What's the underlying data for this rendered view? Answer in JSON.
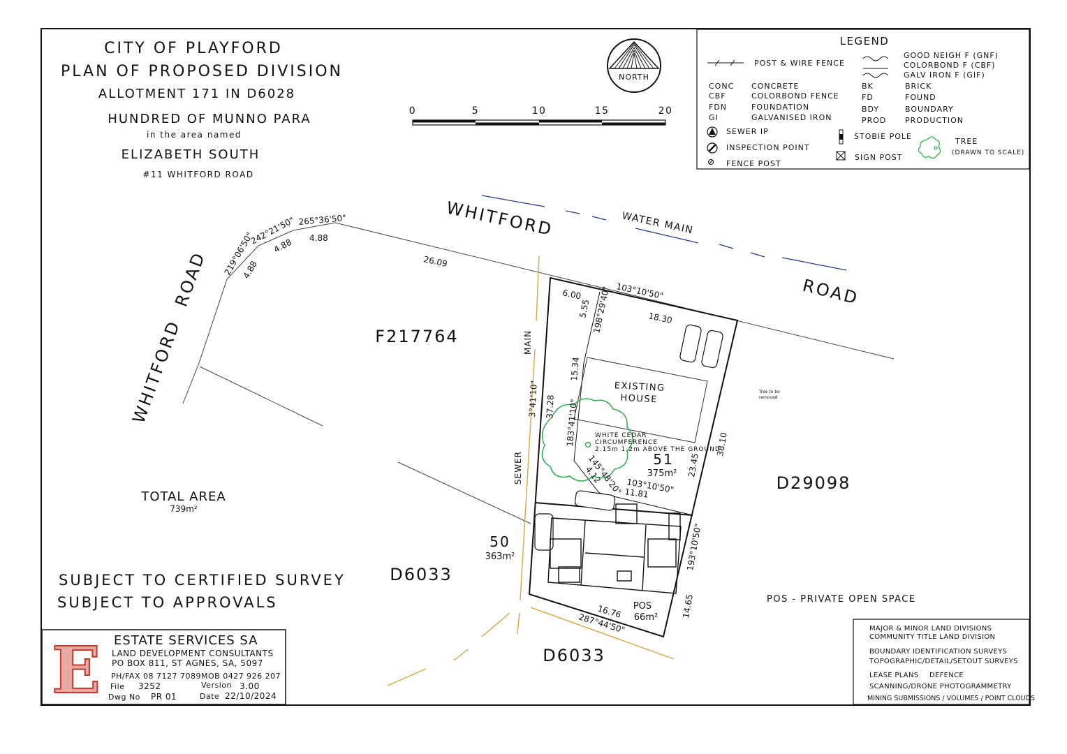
{
  "title_block": {
    "council": "CITY OF PLAYFORD",
    "plan_title": "PLAN OF PROPOSED DIVISION",
    "allotment": "ALLOTMENT 171 IN D6028",
    "hundred": "HUNDRED OF MUNNO PARA",
    "area_named_label": "in the area named",
    "suburb": "ELIZABETH SOUTH",
    "address": "#11 WHITFORD ROAD"
  },
  "north_arrow": {
    "label": "NORTH"
  },
  "scale_bar": {
    "ticks": [
      "0",
      "5",
      "10",
      "15",
      "20"
    ]
  },
  "legend": {
    "title": "LEGEND",
    "post_wire_fence": "POST & WIRE FENCE",
    "fence_types": [
      "GOOD NEIGH F (GNF)",
      "COLORBOND F (CBF)",
      "GALV IRON F (GIF)"
    ],
    "abbreviations_left": [
      {
        "code": "CONC",
        "meaning": "CONCRETE"
      },
      {
        "code": "CBF",
        "meaning": "COLORBOND FENCE"
      },
      {
        "code": "FDN",
        "meaning": "FOUNDATION"
      },
      {
        "code": "GI",
        "meaning": "GALVANISED IRON"
      }
    ],
    "abbreviations_right": [
      {
        "code": "BK",
        "meaning": "BRICK"
      },
      {
        "code": "FD",
        "meaning": "FOUND"
      },
      {
        "code": "BDY",
        "meaning": "BOUNDARY"
      },
      {
        "code": "PROD",
        "meaning": "PRODUCTION"
      }
    ],
    "sewer_ip": "SEWER IP",
    "inspection_point": "INSPECTION POINT",
    "fence_post": "FENCE POST",
    "stobie_pole": "STOBIE POLE",
    "sign_post": "SIGN POST",
    "tree": "TREE",
    "tree_note": "(DRAWN TO SCALE)"
  },
  "roads": {
    "whitford_top_1": "WHITFORD",
    "whitford_top_2": "ROAD",
    "whitford_left_1": "WHITFORD",
    "whitford_left_2": "ROAD",
    "water_main": "WATER MAIN",
    "sewer": "SEWER",
    "main": "MAIN"
  },
  "parcels": {
    "f217764": "F217764",
    "d29098": "D29098",
    "d6033_left": "D6033",
    "d6033_bottom": "D6033"
  },
  "lots": {
    "lot51": {
      "number": "51",
      "area": "375m²"
    },
    "lot50": {
      "number": "50",
      "area": "363m²"
    },
    "pos": {
      "label": "POS",
      "area": "66m²"
    }
  },
  "total_area": {
    "label": "TOTAL AREA",
    "value": "739m²"
  },
  "existing_house": {
    "line1": "EXISTING",
    "line2": "HOUSE"
  },
  "tree_annotation": {
    "line1": "WHITE CEDAR",
    "line2": "CIRCUMFERENCE",
    "line3": "2.15m 1.2m ABOVE THE GROUND",
    "removal_note_1": "Tree to be",
    "removal_note_2": "removed"
  },
  "dimensions": {
    "b1": "219°06'50\"",
    "b2": "242°21'50\"",
    "b3": "265°36'50\"",
    "d1": "4.88",
    "d2": "4.88",
    "d3": "4.88",
    "d4": "26.09",
    "top_bearing": "103°10'50\"",
    "d600": "6.00",
    "d1830": "18.30",
    "d555": "5.55",
    "b198": "198°29'40\"",
    "d1534": "15.34",
    "b341": "3°41'10\"",
    "d3728": "37.28",
    "b183": "183°41'10\"",
    "b145": "145°48'20\"",
    "d412": "4.12",
    "mid_bearing": "103°10'50\"",
    "d1181": "11.81",
    "d2345": "23.45",
    "d3810": "38.10",
    "b193": "193°10'50\"",
    "d1465": "14.65",
    "d1676": "16.76",
    "b287": "287°44'50\""
  },
  "notes": {
    "line1": "SUBJECT TO CERTIFIED SURVEY",
    "line2": "SUBJECT TO APPROVALS",
    "pos_legend": "POS - PRIVATE OPEN SPACE"
  },
  "firm": {
    "logo_letter": "E",
    "name": "ESTATE SERVICES SA",
    "tagline": "LAND DEVELOPMENT CONSULTANTS",
    "po_box": "PO BOX 811, ST AGNES, SA, 5097",
    "phone": "PH/FAX 08 7127 7089",
    "mobile": "MOB 0427 926 207",
    "file_label": "File",
    "file_value": "3252",
    "version_label": "Version",
    "version_value": "3.00",
    "dwg_label": "Dwg No",
    "dwg_value": "PR 01",
    "date_label": "Date",
    "date_value": "22/10/2024"
  },
  "services": [
    "MAJOR & MINOR LAND DIVISIONS",
    "COMMUNITY TITLE LAND DIVISION",
    "BOUNDARY IDENTIFICATION SURVEYS",
    "TOPOGRAPHIC/DETAIL/SETOUT SURVEYS",
    "LEASE PLANS",
    "DEFENCE",
    "SCANNING/DRONE PHOTOGRAMMETRY",
    "MINING SUBMISSIONS / VOLUMES / POINT CLOUDS"
  ],
  "colors": {
    "line": "#111111",
    "tree": "#2fae4f",
    "sewer": "#d9a441",
    "water_main": "#2a3a8c",
    "logo": "#c0392b"
  }
}
